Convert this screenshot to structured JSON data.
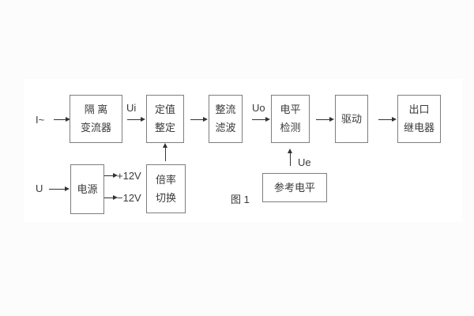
{
  "figure": {
    "caption": "图 1",
    "background_color": "#fcfcfc",
    "panel_color": "#ffffff",
    "line_color": "#333333",
    "box_border_color": "#7e7e7e",
    "text_color": "#3a3a3a"
  },
  "blocks": [
    {
      "id": "isolation-transformer",
      "lines": [
        "隔 离",
        "变流器"
      ]
    },
    {
      "id": "setting-adjust",
      "lines": [
        "定值",
        "整定"
      ]
    },
    {
      "id": "rectifier-filter",
      "lines": [
        "整流",
        "滤波"
      ]
    },
    {
      "id": "level-detection",
      "lines": [
        "电平",
        "检测"
      ]
    },
    {
      "id": "drive",
      "lines": [
        "驱动"
      ]
    },
    {
      "id": "output-relay",
      "lines": [
        "出口",
        "继电器"
      ]
    },
    {
      "id": "power-supply",
      "lines": [
        "电源"
      ]
    },
    {
      "id": "ratio-switch",
      "lines": [
        "倍率",
        "切换"
      ]
    },
    {
      "id": "reference-level",
      "lines": [
        "参考电平"
      ]
    }
  ],
  "labels": {
    "input_current": "I~",
    "input_voltage": "U",
    "ui": "Ui",
    "uo": "Uo",
    "ue": "Ue",
    "plus12v": "+12V",
    "minus12v": "−12V"
  }
}
